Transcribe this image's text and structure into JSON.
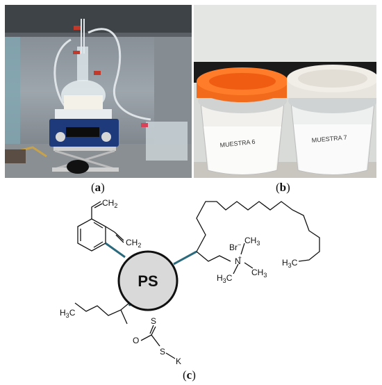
{
  "panels": {
    "a": {
      "label": "a"
    },
    "b": {
      "label": "b",
      "jar_left_text": "MUESTRA 6",
      "jar_right_text": "MUESTRA 7"
    },
    "c": {
      "label": "c"
    }
  },
  "diagram": {
    "core_label": "PS",
    "vinyl_top": "CH",
    "vinyl_top_sub": "2",
    "vinyl_mid": "CH",
    "vinyl_mid_sub": "2",
    "bromide": "Br",
    "bromide_charge": "−",
    "nitrogen": "N",
    "nitrogen_charge": "+",
    "methyl_a": "CH",
    "methyl_a_sub": "3",
    "methyl_b": "CH",
    "methyl_b_sub": "3",
    "methyl_c_pre": "H",
    "methyl_c_sub": "3",
    "methyl_c_post": "C",
    "chain_end_pre": "H",
    "chain_end_sub": "3",
    "chain_end_post": "C",
    "xanthate_methyl_pre": "H",
    "xanthate_methyl_sub": "3",
    "xanthate_methyl_post": "C",
    "oxygen": "O",
    "sulfur_top": "S",
    "sulfur_bottom": "S",
    "potassium": "K"
  },
  "colors": {
    "link": "#2b6a7c",
    "core_fill": "#d9d9d9",
    "core_stroke": "#111111",
    "lid_orange": "#f26a1b",
    "lid_white": "#e8e4de"
  }
}
